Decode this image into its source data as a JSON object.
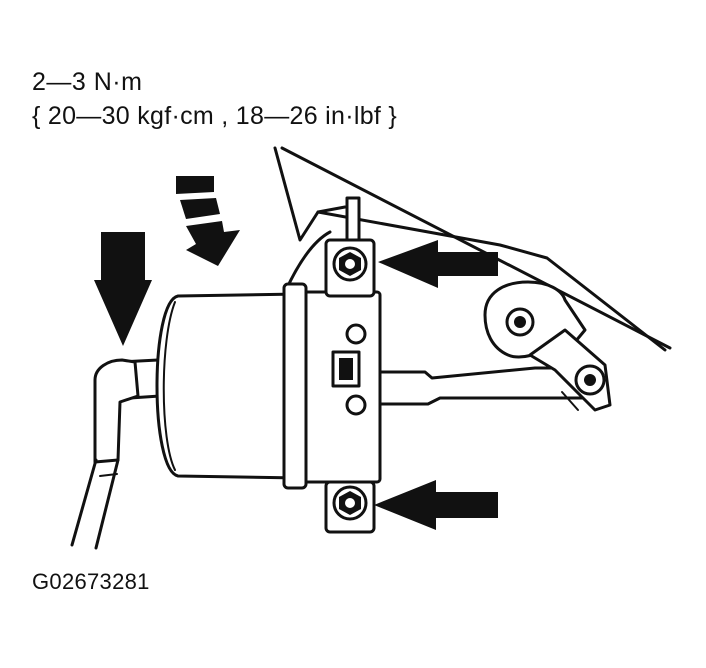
{
  "labels": {
    "torque_line1": "2—3 N·m",
    "torque_line2": "{ 20—30 kgf·cm , 18—26 in·lbf }",
    "figure_id": "G02673281"
  },
  "icons": {
    "arrow_top_bolt": "arrow-left-icon",
    "arrow_bottom_bolt": "arrow-left-icon",
    "arrow_hose": "arrow-down-icon",
    "arrow_striped": "striped-arrow-icon"
  },
  "colors": {
    "ink": "#111111",
    "paper": "#ffffff"
  }
}
